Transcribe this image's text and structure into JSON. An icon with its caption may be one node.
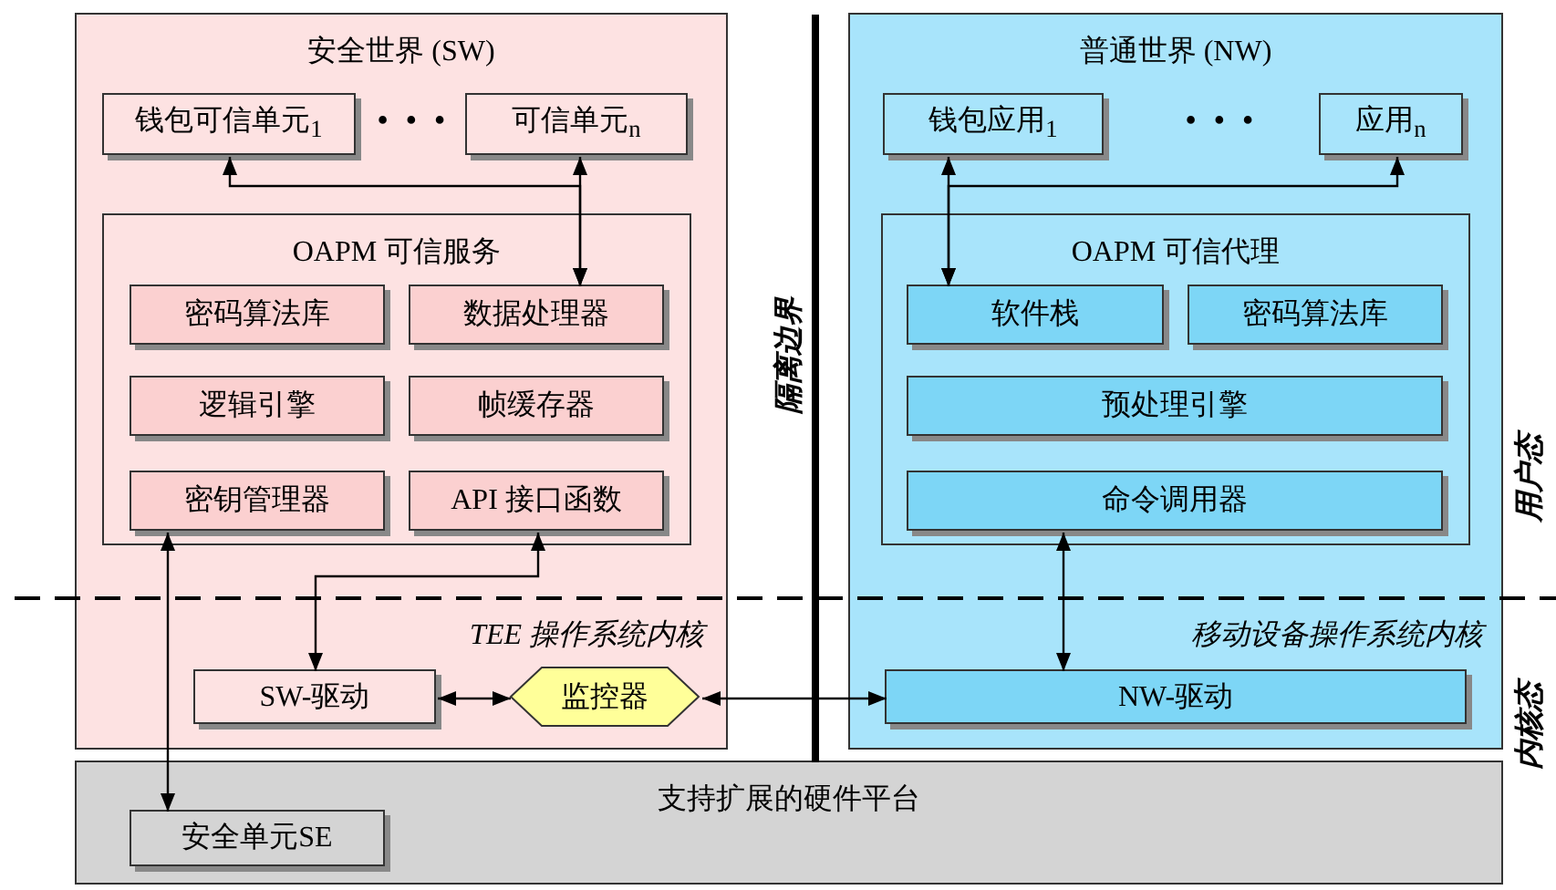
{
  "diagram": {
    "nodes": [
      {
        "text": [
          "安全世界 (SW)",
          "TEE 操作系统内核"
        ]
      },
      {
        "text": [
          "钱包可信单元$_{1}$"
        ],
        "in": 0
      },
      {
        "text": [
          "可信单元$_{n}$"
        ],
        "in": 0
      },
      {
        "text": [
          "OAPM 可信服务"
        ],
        "in": 0
      },
      {
        "text": [
          "密码算法库"
        ],
        "in": 3
      },
      {
        "text": [
          "数据处理器"
        ],
        "in": 3
      },
      {
        "text": [
          "逻辑引擎"
        ],
        "in": 3
      },
      {
        "text": [
          "帧缓存器"
        ],
        "in": 3
      },
      {
        "text": [
          "密钥管理器"
        ],
        "in": 3
      },
      {
        "text": [
          "API 接口函数"
        ],
        "in": 3
      },
      {
        "text": [
          "SW-驱动"
        ],
        "in": 0
      },
      {
        "text": [
          "监控器"
        ],
        "in": 0
      },
      {
        "text": [
          "普通世界 (NW)",
          "移动设备操作系统内核"
        ]
      },
      {
        "text": [
          "钱包应用$_{1}$"
        ],
        "in": 12
      },
      {
        "text": [
          "应用$_{n}$"
        ],
        "in": 12
      },
      {
        "text": [
          "OAPM 可信代理"
        ],
        "in": 12
      },
      {
        "text": [
          "软件栈"
        ],
        "in": 15
      },
      {
        "text": [
          "密码算法库"
        ],
        "in": 15
      },
      {
        "text": [
          "预处理引擎"
        ],
        "in": 15
      },
      {
        "text": [
          "命令调用器"
        ],
        "in": 15
      },
      {
        "text": [
          "NW-驱动"
        ],
        "in": 12
      },
      {
        "text": [
          "支持扩展的硬件平台"
        ]
      },
      {
        "text": [
          "安全单元SE"
        ],
        "in": 21
      }
    ],
    "edges": [
      {
        "from": 5,
        "to": 1,
        "arrow": "both"
      },
      {
        "from": 5,
        "to": 2,
        "arrow": "both"
      },
      {
        "from": 16,
        "to": 13,
        "arrow": "both"
      },
      {
        "from": 16,
        "to": 14,
        "arrow": "both"
      },
      {
        "from": 8,
        "to": 22,
        "arrow": "both"
      },
      {
        "from": 9,
        "to": 10,
        "arrow": "both"
      },
      {
        "from": 10,
        "to": 11,
        "arrow": "both"
      },
      {
        "from": 11,
        "to": 20,
        "arrow": "both"
      },
      {
        "from": 19,
        "to": 20,
        "arrow": "both"
      }
    ],
    "labels": [
      "• • •",
      "• • •",
      "隔离边界",
      "用户态",
      "内核态"
    ]
  }
}
